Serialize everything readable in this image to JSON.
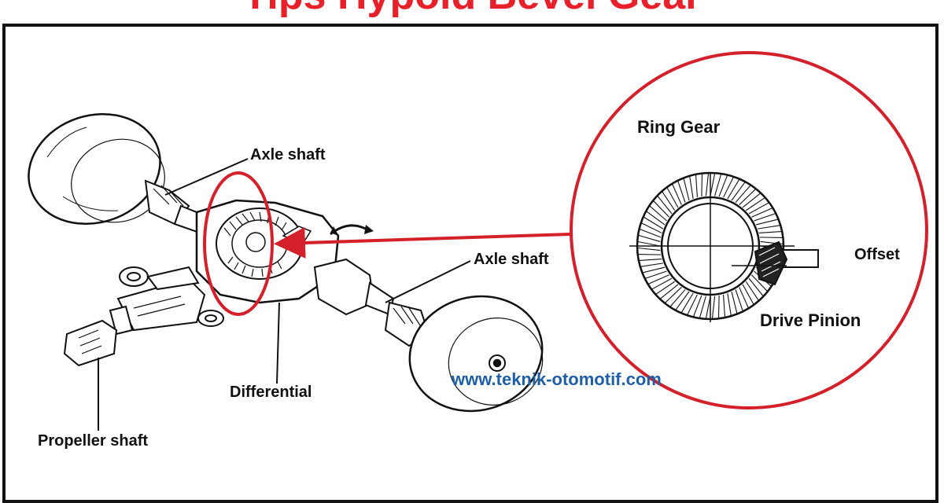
{
  "title": "Tips Hypoid Bevel Gear",
  "labels": {
    "axle_shaft_left": "Axle shaft",
    "axle_shaft_right": "Axle shaft",
    "differential": "Differential",
    "propeller_shaft": "Propeller shaft",
    "ring_gear": "Ring Gear",
    "offset": "Offset",
    "drive_pinion": "Drive Pinion"
  },
  "watermark": "www.teknik-otomotif.com",
  "colors": {
    "title": "#e8202a",
    "highlight_circle": "#d4202a",
    "watermark": "#1f5fa8",
    "line_art": "#111111"
  }
}
